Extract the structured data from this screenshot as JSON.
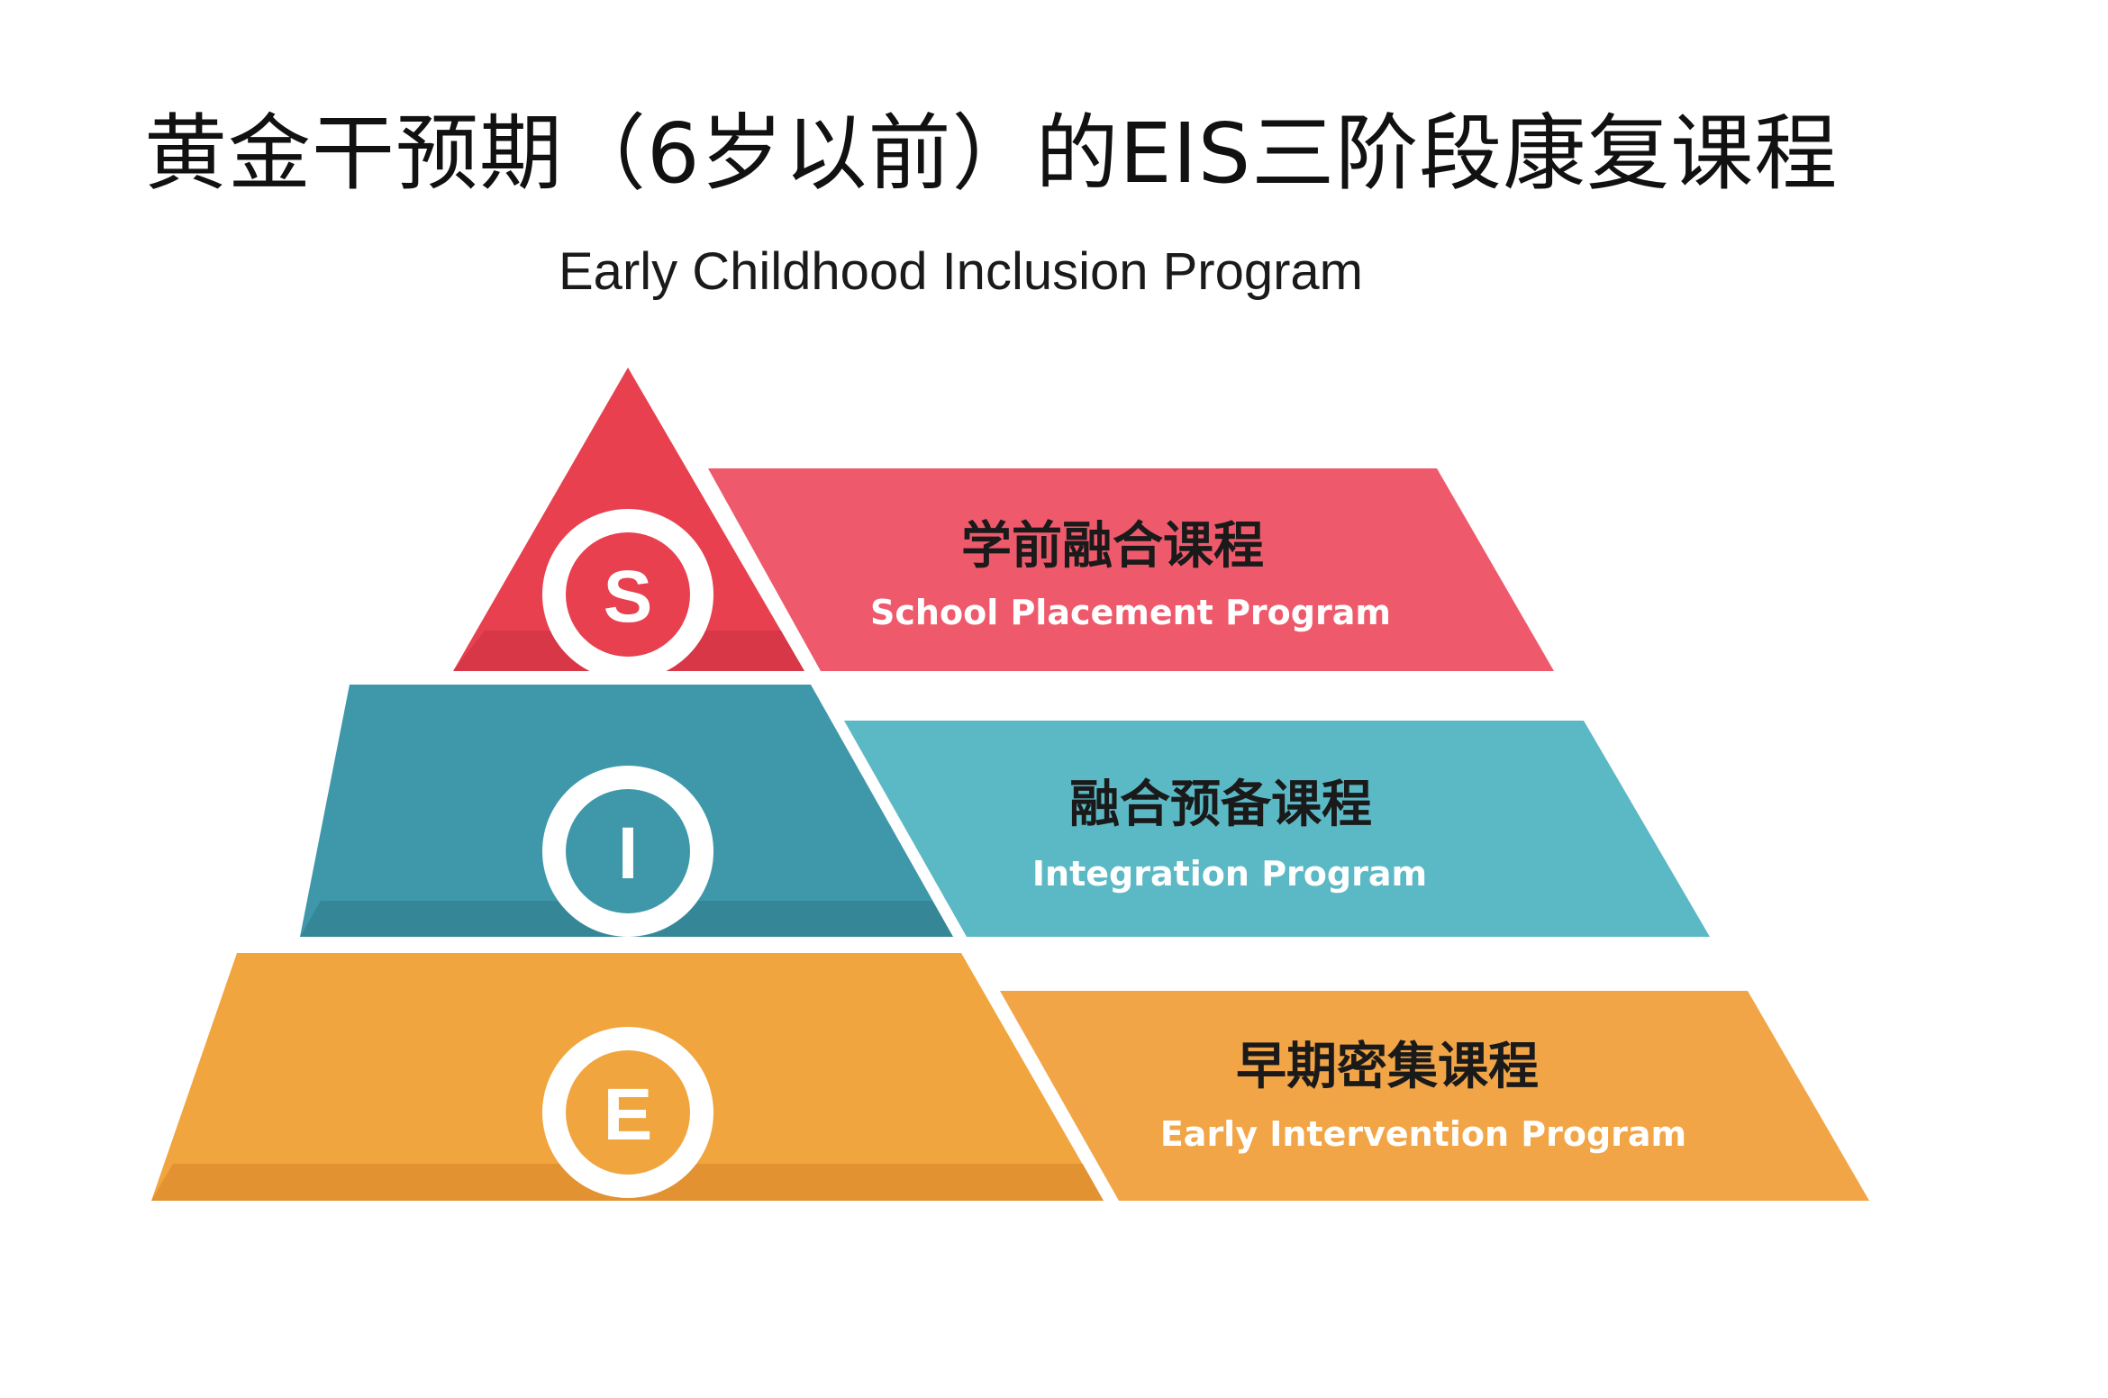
{
  "title": "黄金干预期（6岁以前）的EIS三阶段康复课程",
  "subtitle": "Early Childhood Inclusion Program",
  "levels": [
    {
      "letter": "S",
      "cn": "学前融合课程",
      "en": "School Placement Program",
      "color": "#e8404f",
      "banner_color": "#ee5a6c"
    },
    {
      "letter": "I",
      "cn": "融合预备课程",
      "en": "Integration Program",
      "color": "#3e98a9",
      "banner_color": "#5bb9c5"
    },
    {
      "letter": "E",
      "cn": "早期密集课程",
      "en": "Early Intervention Program",
      "color": "#f0a53e",
      "banner_color": "#f2a546"
    }
  ]
}
